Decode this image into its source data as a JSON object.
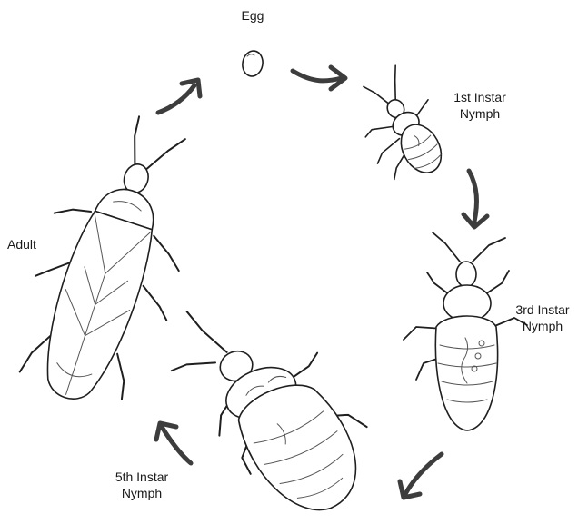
{
  "diagram": {
    "stages": [
      {
        "id": "egg",
        "label": "Egg"
      },
      {
        "id": "first-instar",
        "label_line1": "1st Instar",
        "label_line2": "Nymph"
      },
      {
        "id": "third-instar",
        "label_line1": "3rd Instar",
        "label_line2": "Nymph"
      },
      {
        "id": "fifth-instar",
        "label_line1": "5th Instar",
        "label_line2": "Nymph"
      },
      {
        "id": "adult",
        "label": "Adult"
      }
    ],
    "arrow_color": "#3d3d3d",
    "line_color": "#1f1f1f"
  }
}
